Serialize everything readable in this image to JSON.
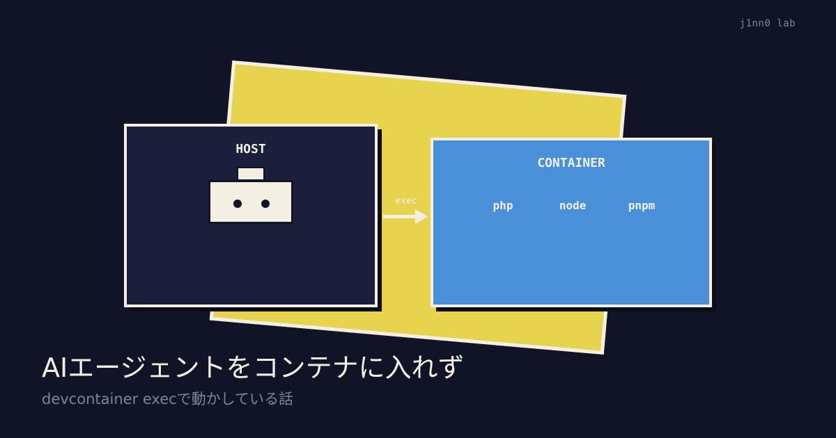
{
  "brand": "j1nn0 lab",
  "diagram": {
    "host_label": "HOST",
    "arrow_label": "exec",
    "container_label": "CONTAINER",
    "tools": [
      "php",
      "node",
      "pnpm"
    ]
  },
  "title": "AIエージェントをコンテナに入れず",
  "subtitle": "devcontainer execで動かしている話",
  "colors": {
    "background": "#111427",
    "yellow_card": "#e8d34f",
    "host_panel": "#1c1f3c",
    "container_panel": "#4a90d9",
    "frame": "#f3efe3",
    "muted_text": "#7d8496"
  }
}
